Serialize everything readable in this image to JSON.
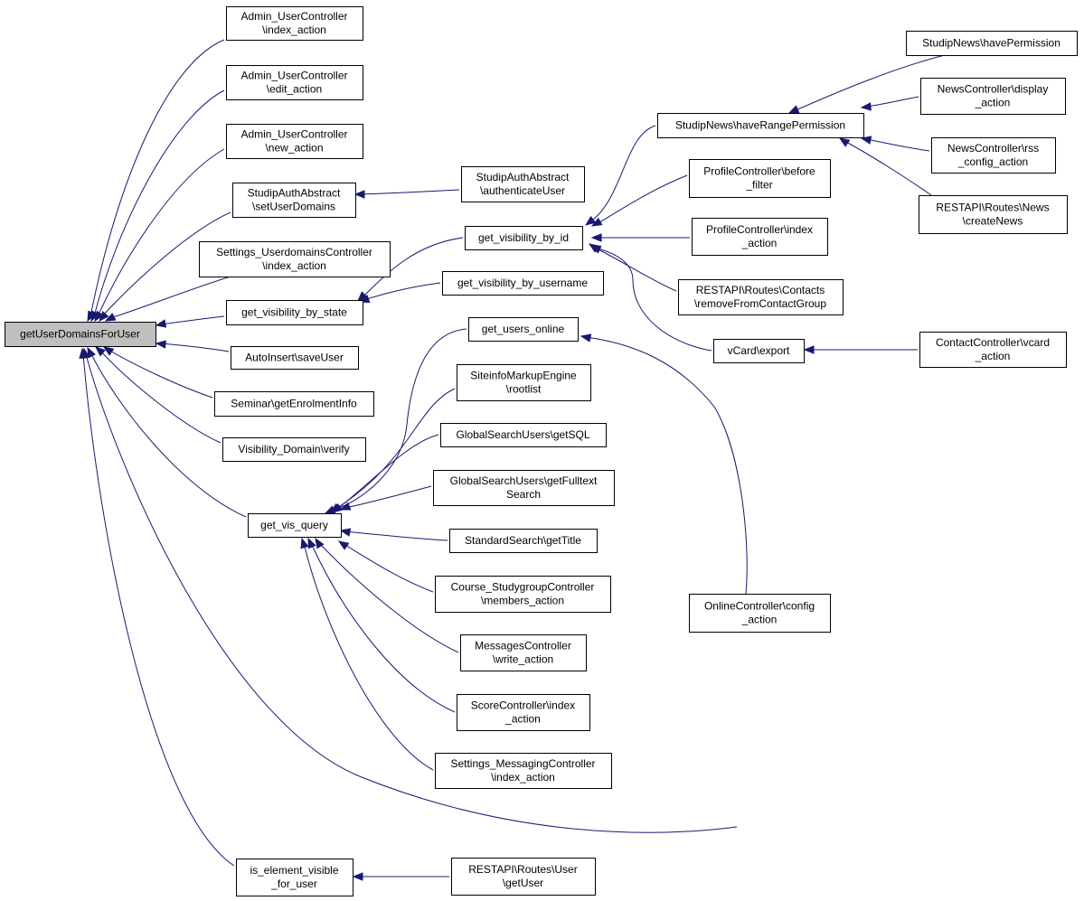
{
  "graph": {
    "edge_color": "#191970",
    "root_fill": "#bfbfbf",
    "node_fill": "#ffffff",
    "nodes": [
      {
        "id": "root",
        "lines": [
          "getUserDomainsForUser"
        ]
      },
      {
        "id": "n1",
        "lines": [
          "Admin_UserController",
          "\\index_action"
        ]
      },
      {
        "id": "n2",
        "lines": [
          "Admin_UserController",
          "\\edit_action"
        ]
      },
      {
        "id": "n3",
        "lines": [
          "Admin_UserController",
          "\\new_action"
        ]
      },
      {
        "id": "n4",
        "lines": [
          "StudipAuthAbstract",
          "\\setUserDomains"
        ]
      },
      {
        "id": "n5",
        "lines": [
          "Settings_UserdomainsController",
          "\\index_action"
        ]
      },
      {
        "id": "n6",
        "lines": [
          "get_visibility_by_state"
        ]
      },
      {
        "id": "n7",
        "lines": [
          "AutoInsert\\saveUser"
        ]
      },
      {
        "id": "n8",
        "lines": [
          "Seminar\\getEnrolmentInfo"
        ]
      },
      {
        "id": "n9",
        "lines": [
          "Visibility_Domain\\verify"
        ]
      },
      {
        "id": "n10",
        "lines": [
          "get_vis_query"
        ]
      },
      {
        "id": "n11",
        "lines": [
          "is_element_visible",
          "_for_user"
        ]
      },
      {
        "id": "n12",
        "lines": [
          "StudipAuthAbstract",
          "\\authenticateUser"
        ]
      },
      {
        "id": "n13",
        "lines": [
          "get_visibility_by_id"
        ]
      },
      {
        "id": "n14",
        "lines": [
          "get_visibility_by_username"
        ]
      },
      {
        "id": "n15",
        "lines": [
          "get_users_online"
        ]
      },
      {
        "id": "n16",
        "lines": [
          "SiteinfoMarkupEngine",
          "\\rootlist"
        ]
      },
      {
        "id": "n17",
        "lines": [
          "GlobalSearchUsers\\getSQL"
        ]
      },
      {
        "id": "n18",
        "lines": [
          "GlobalSearchUsers\\getFulltext",
          "Search"
        ]
      },
      {
        "id": "n19",
        "lines": [
          "StandardSearch\\getTitle"
        ]
      },
      {
        "id": "n20",
        "lines": [
          "Course_StudygroupController",
          "\\members_action"
        ]
      },
      {
        "id": "n21",
        "lines": [
          "MessagesController",
          "\\write_action"
        ]
      },
      {
        "id": "n22",
        "lines": [
          "ScoreController\\index",
          "_action"
        ]
      },
      {
        "id": "n23",
        "lines": [
          "Settings_MessagingController",
          "\\index_action"
        ]
      },
      {
        "id": "n24",
        "lines": [
          "RESTAPI\\Routes\\User",
          "\\getUser"
        ]
      },
      {
        "id": "n25",
        "lines": [
          "StudipNews\\haveRangePermission"
        ]
      },
      {
        "id": "n26",
        "lines": [
          "ProfileController\\before",
          "_filter"
        ]
      },
      {
        "id": "n27",
        "lines": [
          "ProfileController\\index",
          "_action"
        ]
      },
      {
        "id": "n28",
        "lines": [
          "RESTAPI\\Routes\\Contacts",
          "\\removeFromContactGroup"
        ]
      },
      {
        "id": "n29",
        "lines": [
          "vCard\\export"
        ]
      },
      {
        "id": "n30",
        "lines": [
          "OnlineController\\config",
          "_action"
        ]
      },
      {
        "id": "n31",
        "lines": [
          "StudipNews\\havePermission"
        ]
      },
      {
        "id": "n32",
        "lines": [
          "NewsController\\display",
          "_action"
        ]
      },
      {
        "id": "n33",
        "lines": [
          "NewsController\\rss",
          "_config_action"
        ]
      },
      {
        "id": "n34",
        "lines": [
          "RESTAPI\\Routes\\News",
          "\\createNews"
        ]
      },
      {
        "id": "n35",
        "lines": [
          "ContactController\\vcard",
          "_action"
        ]
      }
    ]
  }
}
